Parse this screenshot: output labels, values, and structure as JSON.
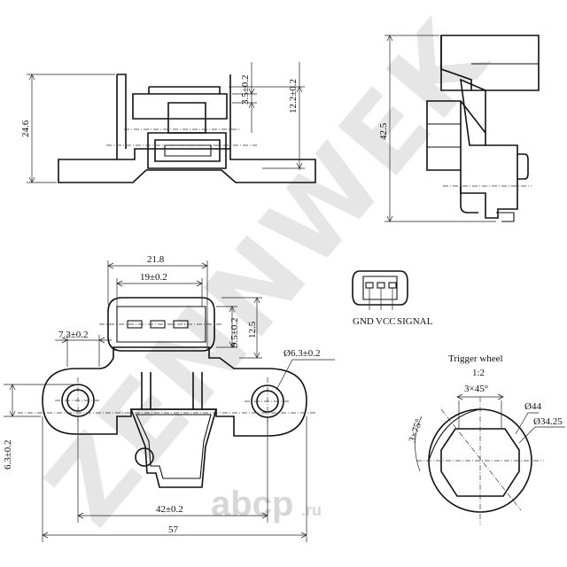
{
  "watermark": {
    "brand": "ZENNWEK",
    "site": "abcp",
    "tld": ".ru"
  },
  "front_view": {
    "height": "24.6",
    "dim_top": "3.5±0.2",
    "dim_mid": "12.2±0.2"
  },
  "side_view": {
    "height": "42.5"
  },
  "top_view": {
    "width_body": "21.8",
    "width_connector": "19±0.2",
    "dim_v1": "9.5±0.2",
    "dim_v2": "12.5",
    "dim_flange": "7.3±0.2",
    "hole_dia": "Ø6.3±0.2",
    "dim_left": "6.3±0.2",
    "hole_pitch": "42±0.2",
    "total_width": "57"
  },
  "pinout": {
    "pins": [
      "GND",
      "VCC",
      "SIGNAL"
    ]
  },
  "trigger_wheel": {
    "title": "Trigger wheel",
    "scale": "1:2",
    "chamfer_top": "3×45°",
    "chamfer_side": "3×75°",
    "outer_dia": "Ø44",
    "inner_dia": "Ø34.25"
  }
}
